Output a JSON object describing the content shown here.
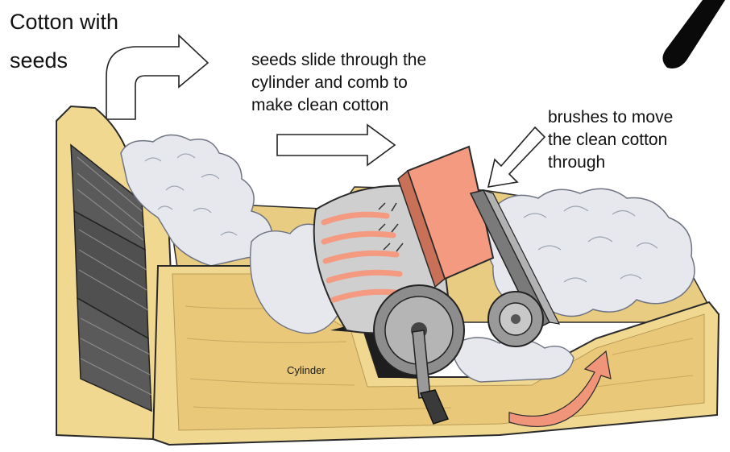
{
  "labels": {
    "cotton_with": "Cotton with",
    "seeds": "seeds",
    "seeds_slide_line1": "seeds slide through the",
    "seeds_slide_line2": "cylinder and comb to",
    "seeds_slide_line3": "make clean cotton",
    "brushes_line1": "brushes to move",
    "brushes_line2": "the clean cotton",
    "brushes_line3": "through",
    "cylinder": "Cylinder"
  },
  "colors": {
    "wood": "#f0d890",
    "wood_dark": "#c9a861",
    "slats": "#5a5a5a",
    "cotton": "#e6e8ee",
    "cotton_shade": "#9ea4b2",
    "comb": "#f39a80",
    "metal": "#8d8d8d",
    "arrow_curve": "#f1957a"
  }
}
